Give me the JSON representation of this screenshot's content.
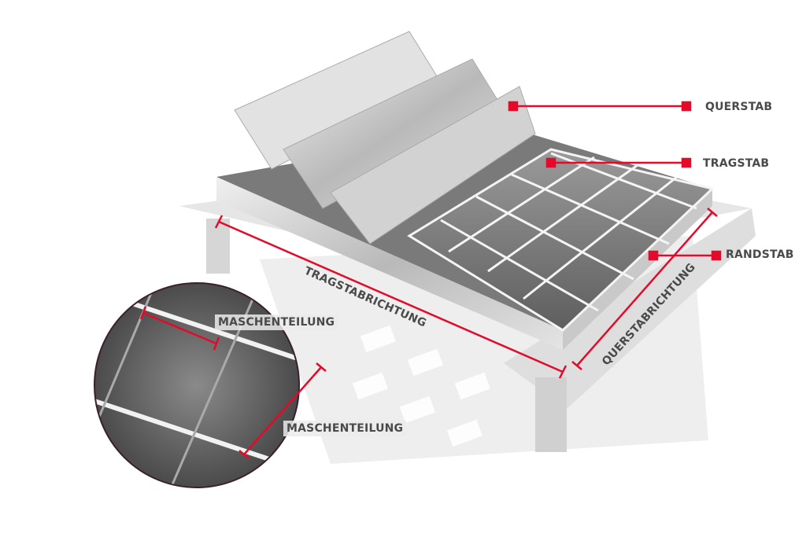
{
  "labels": {
    "querstab": "QUERSTAB",
    "tragstab": "TRAGSTAB",
    "randstab": "RANDSTAB",
    "tragstabrichtung": "TRAGSTABRICHTUNG",
    "querstabrichtung": "QUERSTABRICHTUNG",
    "maschenteilung_1": "MASCHENTEILUNG",
    "maschenteilung_2": "MASCHENTEILUNG"
  },
  "colors": {
    "accent": "#e30a2a",
    "label_text": "#4a4a4a",
    "steel_light": "#d8d8d8",
    "steel_dark": "#6e6e6e",
    "circle_border": "#3a1f2e"
  }
}
